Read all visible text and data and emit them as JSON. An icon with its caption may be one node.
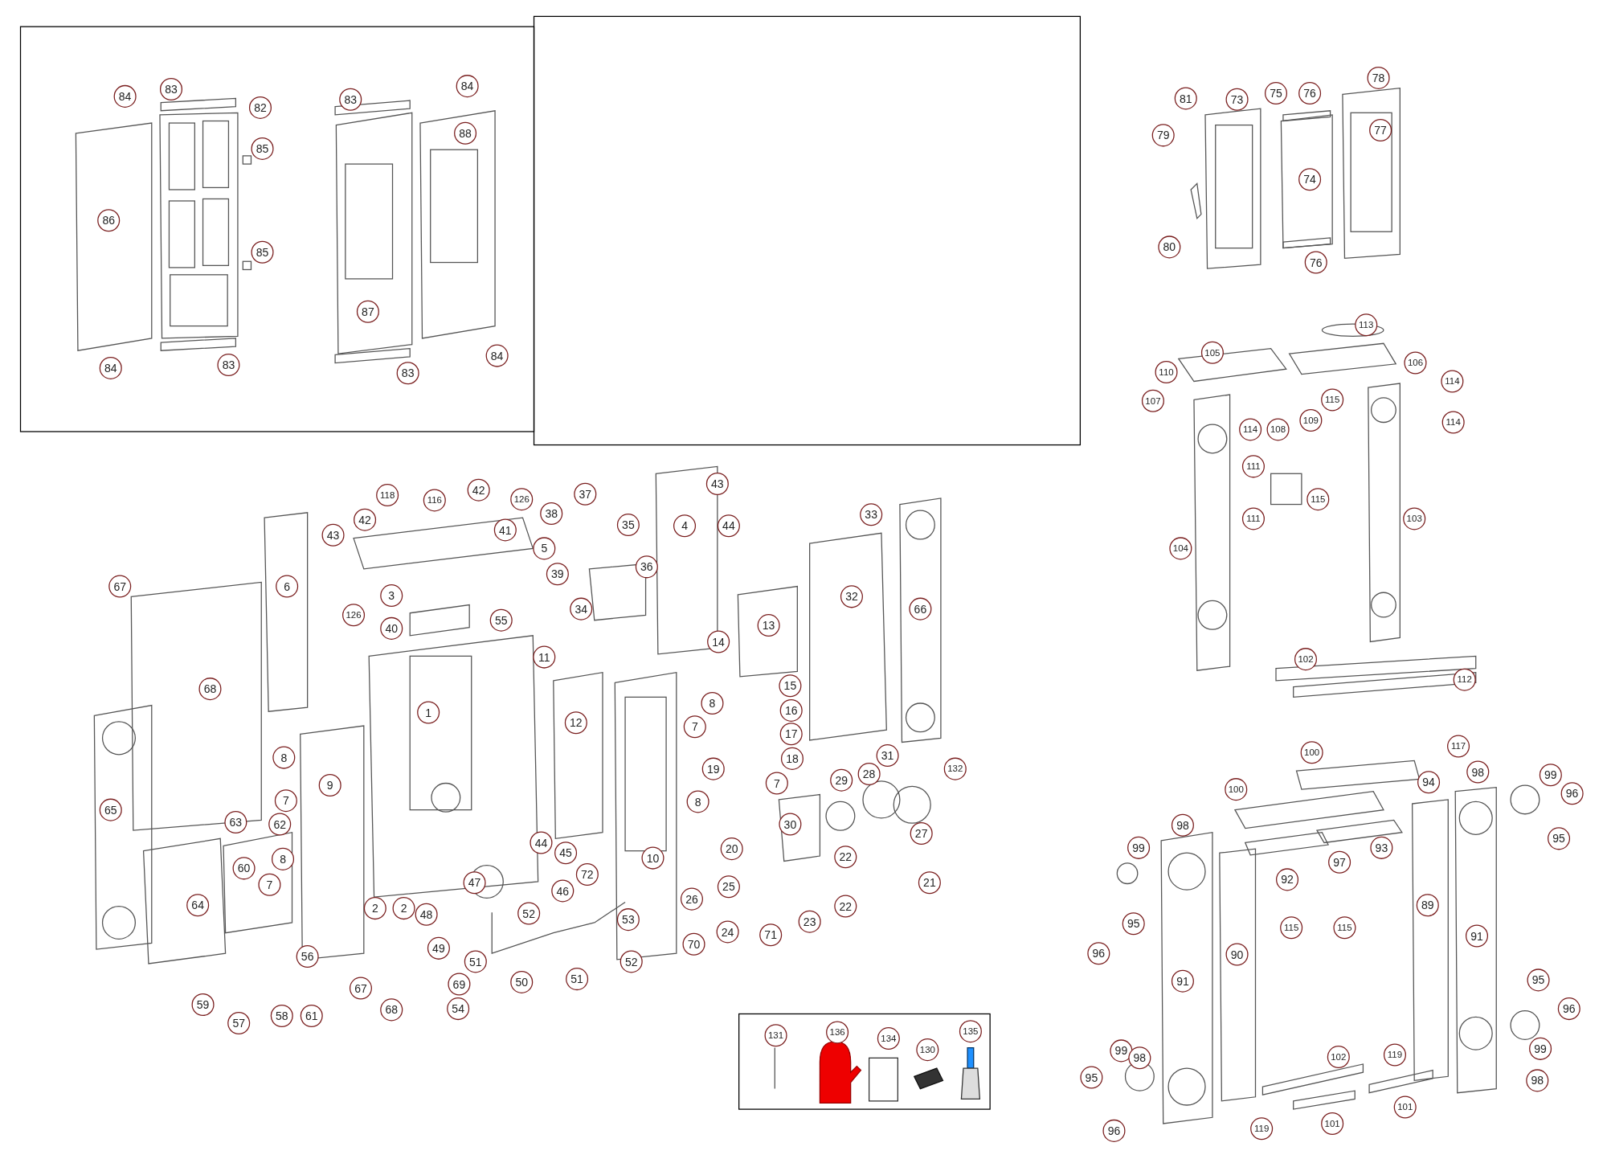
{
  "diagram": {
    "labels": [
      "83",
      "84",
      "82",
      "85",
      "86",
      "85",
      "84",
      "83",
      "83",
      "84",
      "88",
      "87",
      "84",
      "83",
      "78",
      "81",
      "73",
      "75",
      "76",
      "77",
      "79",
      "74",
      "80",
      "76",
      "113",
      "105",
      "106",
      "110",
      "114",
      "107",
      "115",
      "114",
      "108",
      "109",
      "114",
      "111",
      "115",
      "104",
      "111",
      "103",
      "102",
      "112",
      "117",
      "100",
      "98",
      "99",
      "94",
      "100",
      "96",
      "99",
      "98",
      "95",
      "93",
      "97",
      "92",
      "89",
      "95",
      "115",
      "115",
      "90",
      "91",
      "96",
      "91",
      "95",
      "96",
      "99",
      "102",
      "119",
      "99",
      "98",
      "95",
      "98",
      "101",
      "101",
      "96",
      "119",
      "37",
      "42",
      "118",
      "116",
      "126",
      "43",
      "35",
      "38",
      "42",
      "41",
      "4",
      "44",
      "43",
      "33",
      "5",
      "39",
      "36",
      "3",
      "126",
      "6",
      "34",
      "67",
      "32",
      "66",
      "40",
      "55",
      "13",
      "11",
      "14",
      "1",
      "12",
      "68",
      "15",
      "8",
      "16",
      "7",
      "17",
      "8",
      "18",
      "9",
      "132",
      "31",
      "29",
      "28",
      "19",
      "7",
      "7",
      "8",
      "65",
      "63",
      "62",
      "30",
      "27",
      "8",
      "60",
      "44",
      "45",
      "72",
      "10",
      "20",
      "22",
      "7",
      "47",
      "64",
      "46",
      "25",
      "21",
      "2",
      "2",
      "48",
      "52",
      "53",
      "26",
      "22",
      "23",
      "24",
      "71",
      "70",
      "56",
      "49",
      "51",
      "51",
      "52",
      "67",
      "69",
      "50",
      "68",
      "54",
      "59",
      "57",
      "58",
      "61",
      "131",
      "136",
      "134",
      "130",
      "135"
    ]
  }
}
